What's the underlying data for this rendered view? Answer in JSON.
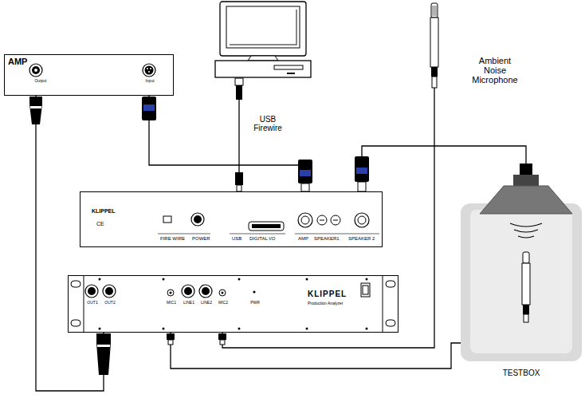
{
  "diagram": {
    "nodes": [
      {
        "text": [
          "AMP",
          "Output",
          "Input"
        ]
      },
      {
        "text": [
          "USB Firewire"
        ]
      },
      {
        "text": [
          "Ambient Noise Microphone"
        ]
      },
      {
        "text": [
          "KLIPPEL",
          "CE",
          "FIRE WIRE",
          "POWER",
          "USB",
          "DIGITAL I/O",
          "AMP",
          "SPEAKER1",
          "SPEAKER 2"
        ]
      },
      {
        "text": [
          "OUT1",
          "OUT2",
          "MIC1",
          "LINE1",
          "LINE2",
          "MIC2",
          "PWR",
          "KLIPPEL",
          "Production Analyzer"
        ]
      },
      {
        "text": [
          "TESTBOX"
        ]
      }
    ],
    "edges": [
      {
        "from": 1,
        "to": 3,
        "arrow": "none"
      },
      {
        "from": 0,
        "to": 3,
        "arrow": "none"
      },
      {
        "from": 3,
        "to": 5,
        "arrow": "none"
      },
      {
        "from": 0,
        "to": 4,
        "arrow": "none"
      },
      {
        "from": 4,
        "to": 5,
        "arrow": "none"
      },
      {
        "from": 4,
        "to": 2,
        "arrow": "none"
      }
    ]
  }
}
